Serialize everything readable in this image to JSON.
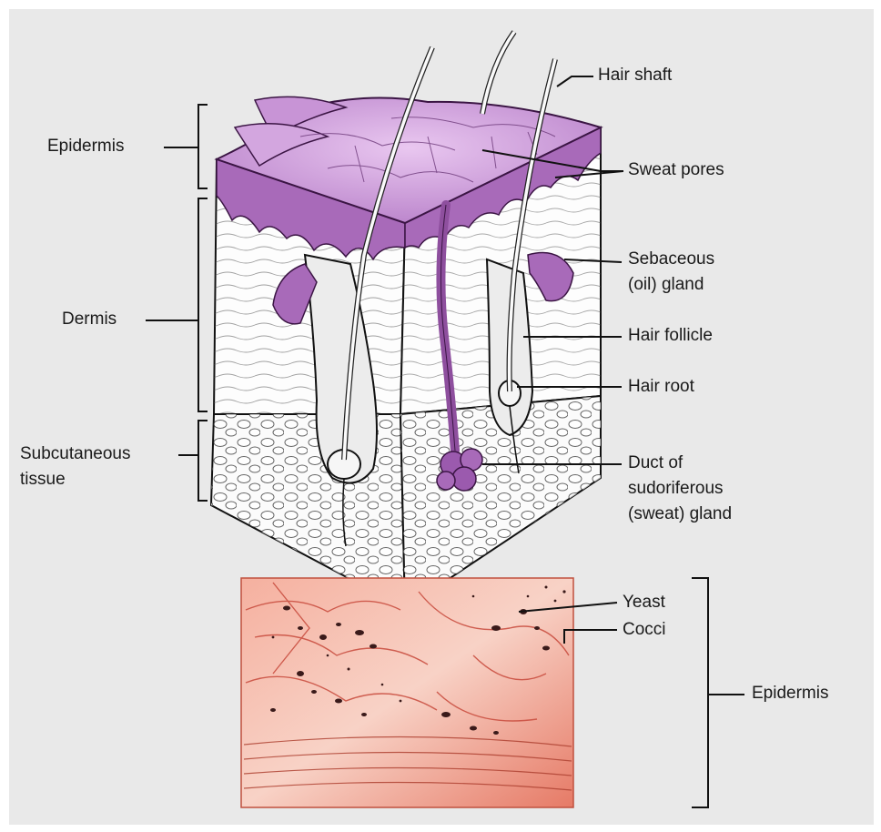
{
  "labels": {
    "hair_shaft": "Hair shaft",
    "sweat_pores": "Sweat pores",
    "sebaceous_line1": "Sebaceous",
    "sebaceous_line2": "(oil) gland",
    "hair_follicle": "Hair follicle",
    "hair_root": "Hair root",
    "duct_line1": "Duct of",
    "duct_line2": "sudoriferous",
    "duct_line3": "(sweat) gland",
    "epidermis_top": "Epidermis",
    "dermis": "Dermis",
    "subcutaneous_line1": "Subcutaneous",
    "subcutaneous_line2": "tissue",
    "yeast": "Yeast",
    "cocci": "Cocci",
    "epidermis_bottom": "Epidermis"
  },
  "colors": {
    "background": "#e9e9e9",
    "epidermis_purple": "#b77fc6",
    "epidermis_dark": "#8e4f9e",
    "gland_purple": "#a56ab8",
    "tissue_white": "#fbfbfb",
    "micro_pink": "#f2a08e",
    "micro_red": "#d2584a",
    "microbe_dark": "#3a1a1a",
    "ink": "#1a1a1a"
  }
}
